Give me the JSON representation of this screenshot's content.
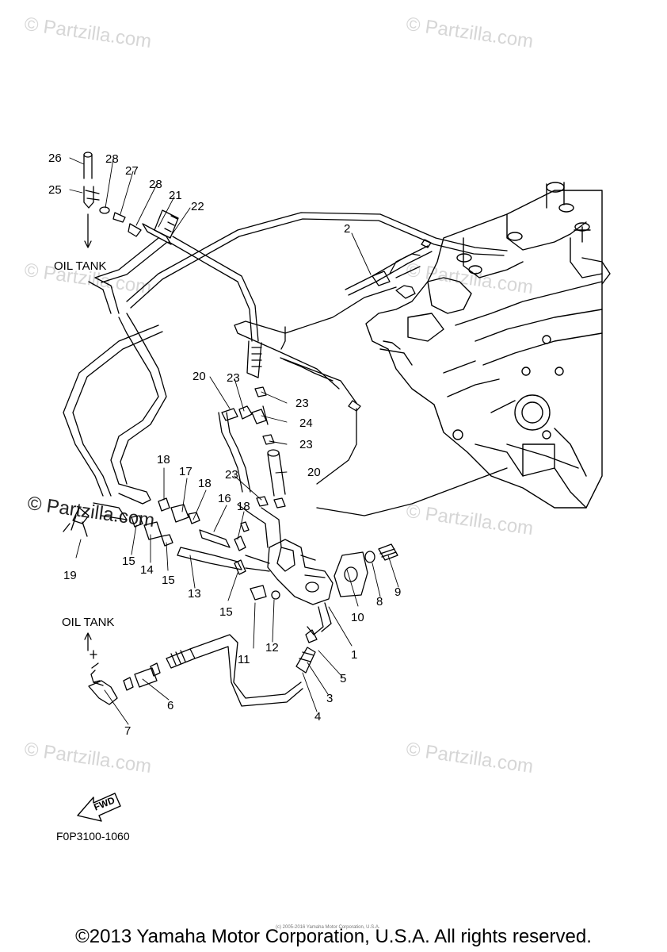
{
  "watermark": "© Partzilla.com",
  "callouts": [
    "1",
    "2",
    "3",
    "4",
    "5",
    "6",
    "7",
    "8",
    "9",
    "10",
    "11",
    "12",
    "13",
    "14",
    "15",
    "15",
    "15",
    "16",
    "17",
    "18",
    "18",
    "18",
    "19",
    "20",
    "20",
    "21",
    "22",
    "23",
    "23",
    "23",
    "23",
    "24",
    "25",
    "26",
    "27",
    "28",
    "28"
  ],
  "notes": {
    "oil_tank_top": "OIL TANK",
    "oil_tank_bottom": "OIL TANK"
  },
  "fwd_label": "FWD",
  "figure_code": "F0P3100-1060",
  "fine_print": "(c) 2005-2016 Yamaha Motor Corporation, U.S.A.",
  "copyright": "©2013 Yamaha Motor Corporation, U.S.A. All rights reserved."
}
